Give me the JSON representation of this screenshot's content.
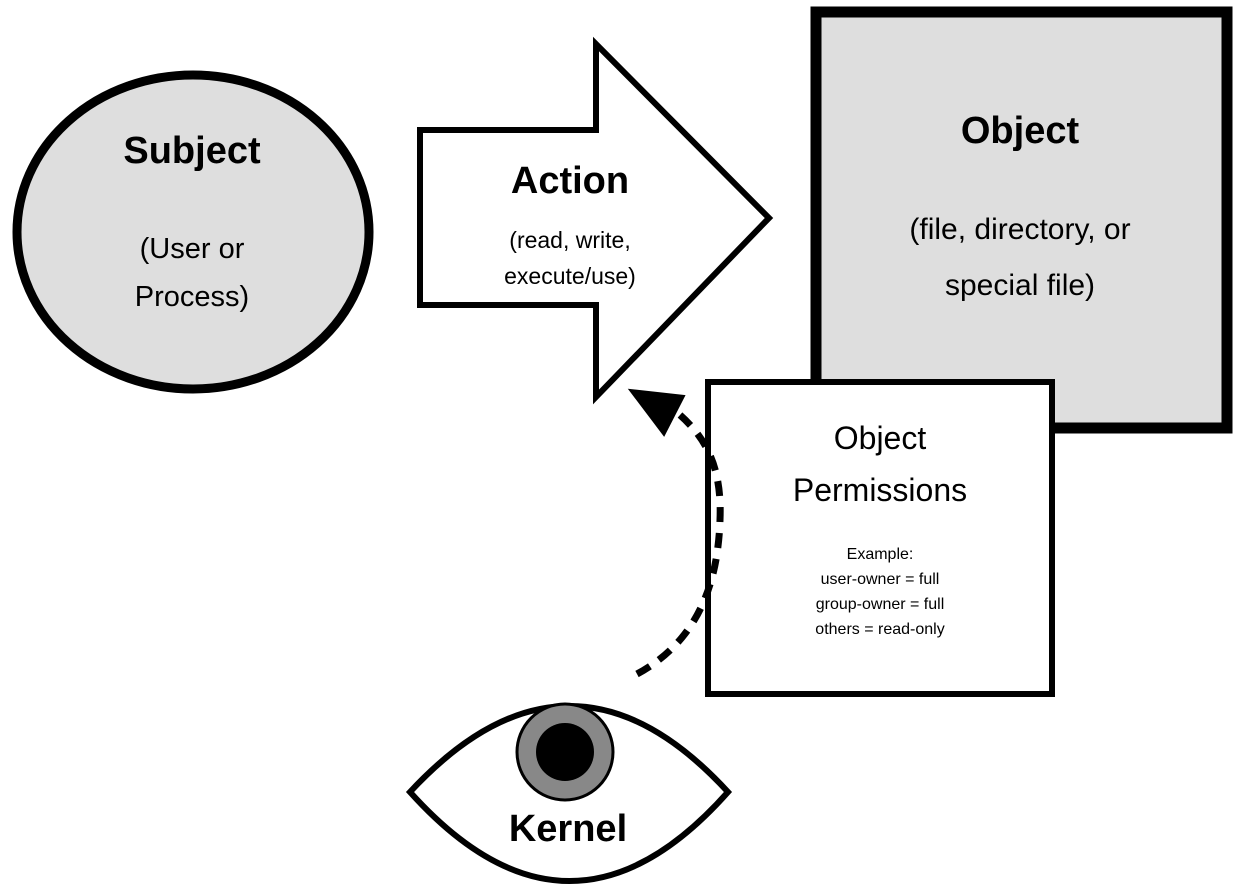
{
  "subject": {
    "title": "Subject",
    "line1": "(User or",
    "line2": "Process)"
  },
  "action": {
    "title": "Action",
    "line1": "(read, write,",
    "line2": "execute/use)"
  },
  "object": {
    "title": "Object",
    "line1": "(file, directory, or",
    "line2": "special file)"
  },
  "permissions": {
    "title_line1": "Object",
    "title_line2": "Permissions",
    "example_label": "Example:",
    "entries": [
      "user-owner = full",
      "group-owner = full",
      "others = read-only"
    ]
  },
  "kernel": {
    "label": "Kernel"
  },
  "colors": {
    "fill_gray": "#dedede",
    "iris_gray": "#888888",
    "stroke": "#000000",
    "background": "#ffffff"
  }
}
